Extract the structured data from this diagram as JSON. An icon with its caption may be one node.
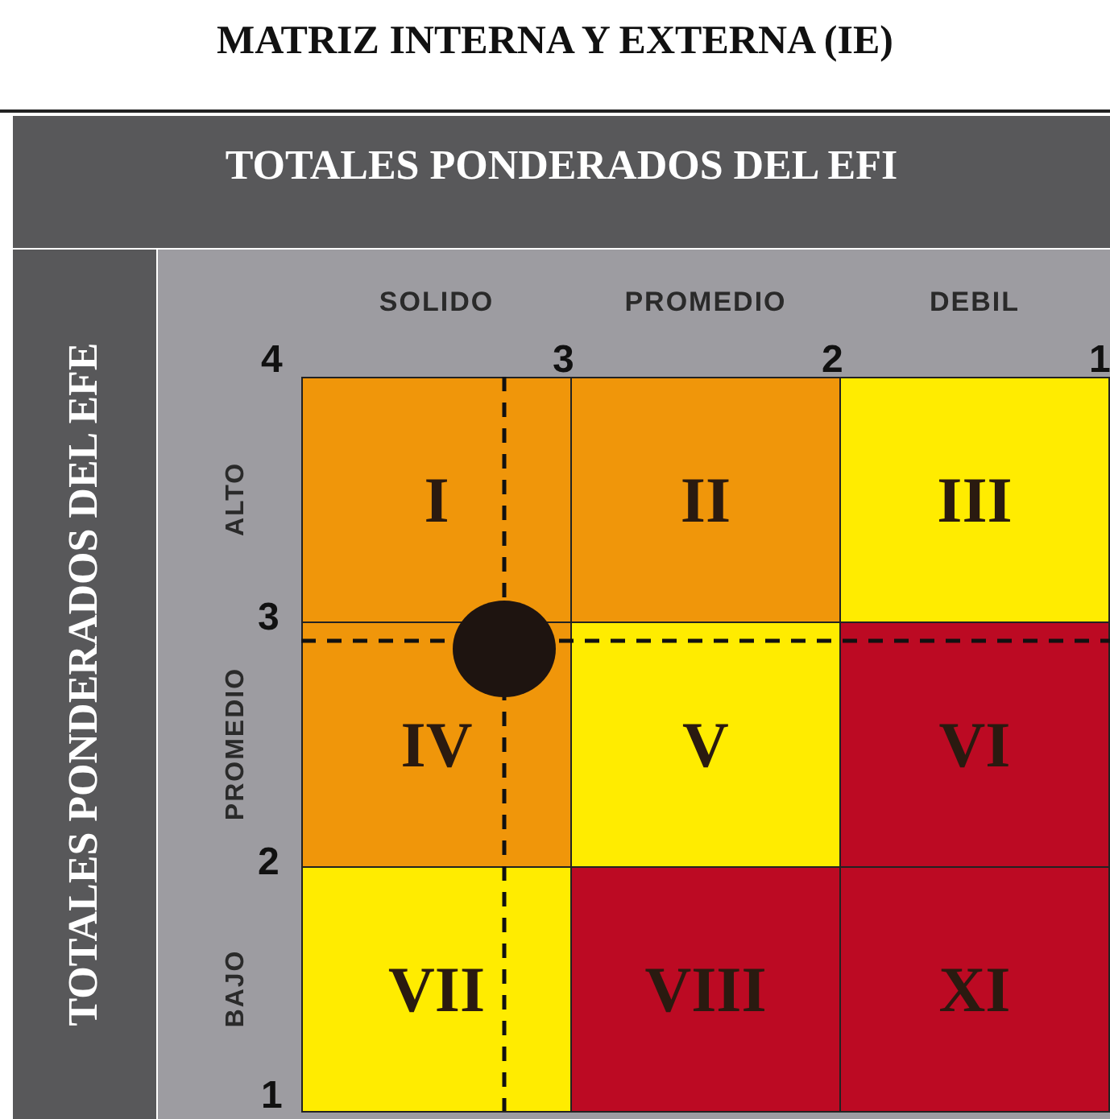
{
  "diagram": {
    "title": "MATRIZ INTERNA Y EXTERNA (IE)",
    "nodes": [
      {
        "text": [
          "I"
        ]
      },
      {
        "text": [
          "II"
        ]
      },
      {
        "text": [
          "III"
        ]
      },
      {
        "text": [
          "IV"
        ]
      },
      {
        "text": [
          "V"
        ]
      },
      {
        "text": [
          "VI"
        ]
      },
      {
        "text": [
          "VII"
        ]
      },
      {
        "text": [
          "VIII"
        ]
      },
      {
        "text": [
          "XI"
        ]
      },
      {
        "text": [],
        "shape": "circle"
      }
    ],
    "edges": [],
    "labels": [
      "TOTALES PONDERADOS DEL EFI",
      "SOLIDO",
      "PROMEDIO",
      "DEBIL",
      "4",
      "3",
      "2",
      "1",
      "TOTALES PONDERADOS DEL EFE",
      "ALTO",
      "3",
      "PROMEDIO",
      "2",
      "BAJO",
      "1"
    ]
  }
}
